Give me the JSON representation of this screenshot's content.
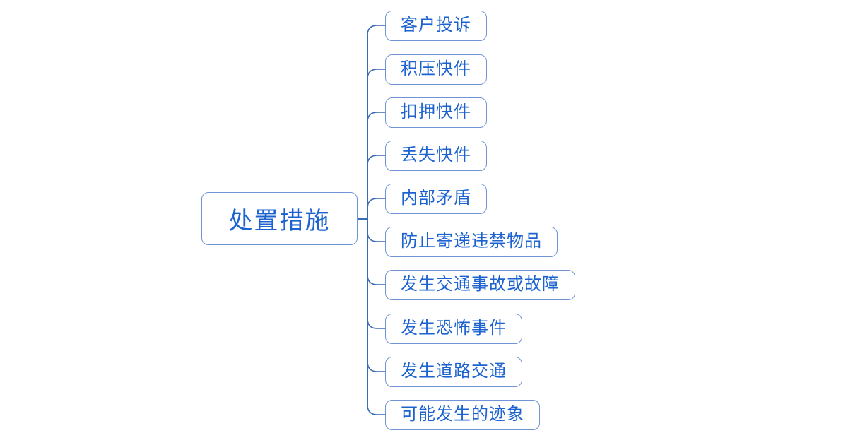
{
  "diagram": {
    "type": "mindmap",
    "root": {
      "label": "处置措施"
    },
    "children": [
      {
        "label": "客户投诉"
      },
      {
        "label": "积压快件"
      },
      {
        "label": "扣押快件"
      },
      {
        "label": "丢失快件"
      },
      {
        "label": "内部矛盾"
      },
      {
        "label": "防止寄递违禁物品"
      },
      {
        "label": "发生交通事故或故障"
      },
      {
        "label": "发生恐怖事件"
      },
      {
        "label": "发生道路交通"
      },
      {
        "label": "可能发生的迹象"
      }
    ],
    "colors": {
      "text": "#1c63d0",
      "node_border": "#7094d4",
      "connector": "#3a6cb8",
      "background": "#ffffff"
    }
  }
}
